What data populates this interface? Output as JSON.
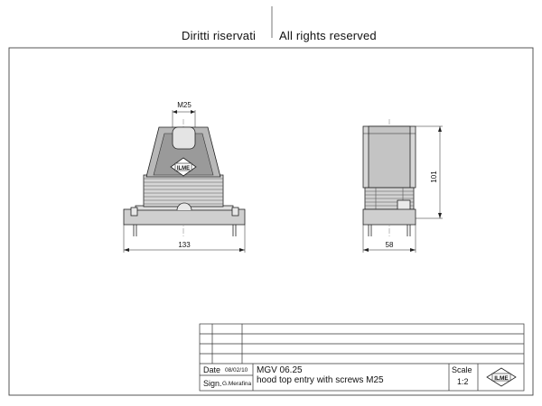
{
  "header": {
    "rights_it": "Diritti riservati",
    "rights_en": "All rights reserved"
  },
  "drawing": {
    "front_view": {
      "top_dimension": "M25",
      "width_dimension": "133",
      "logo_text": "ILME"
    },
    "side_view": {
      "height_dimension": "101",
      "width_dimension": "58"
    }
  },
  "title_block": {
    "date_label": "Date",
    "date_value": "08/02/10",
    "sign_label": "Sign.",
    "sign_value": "G.Merafina",
    "part_code": "MGV 06.25",
    "description": "hood top entry with screws M25",
    "scale_label": "Scale",
    "scale_value": "1:2",
    "logo_text": "ILME"
  }
}
